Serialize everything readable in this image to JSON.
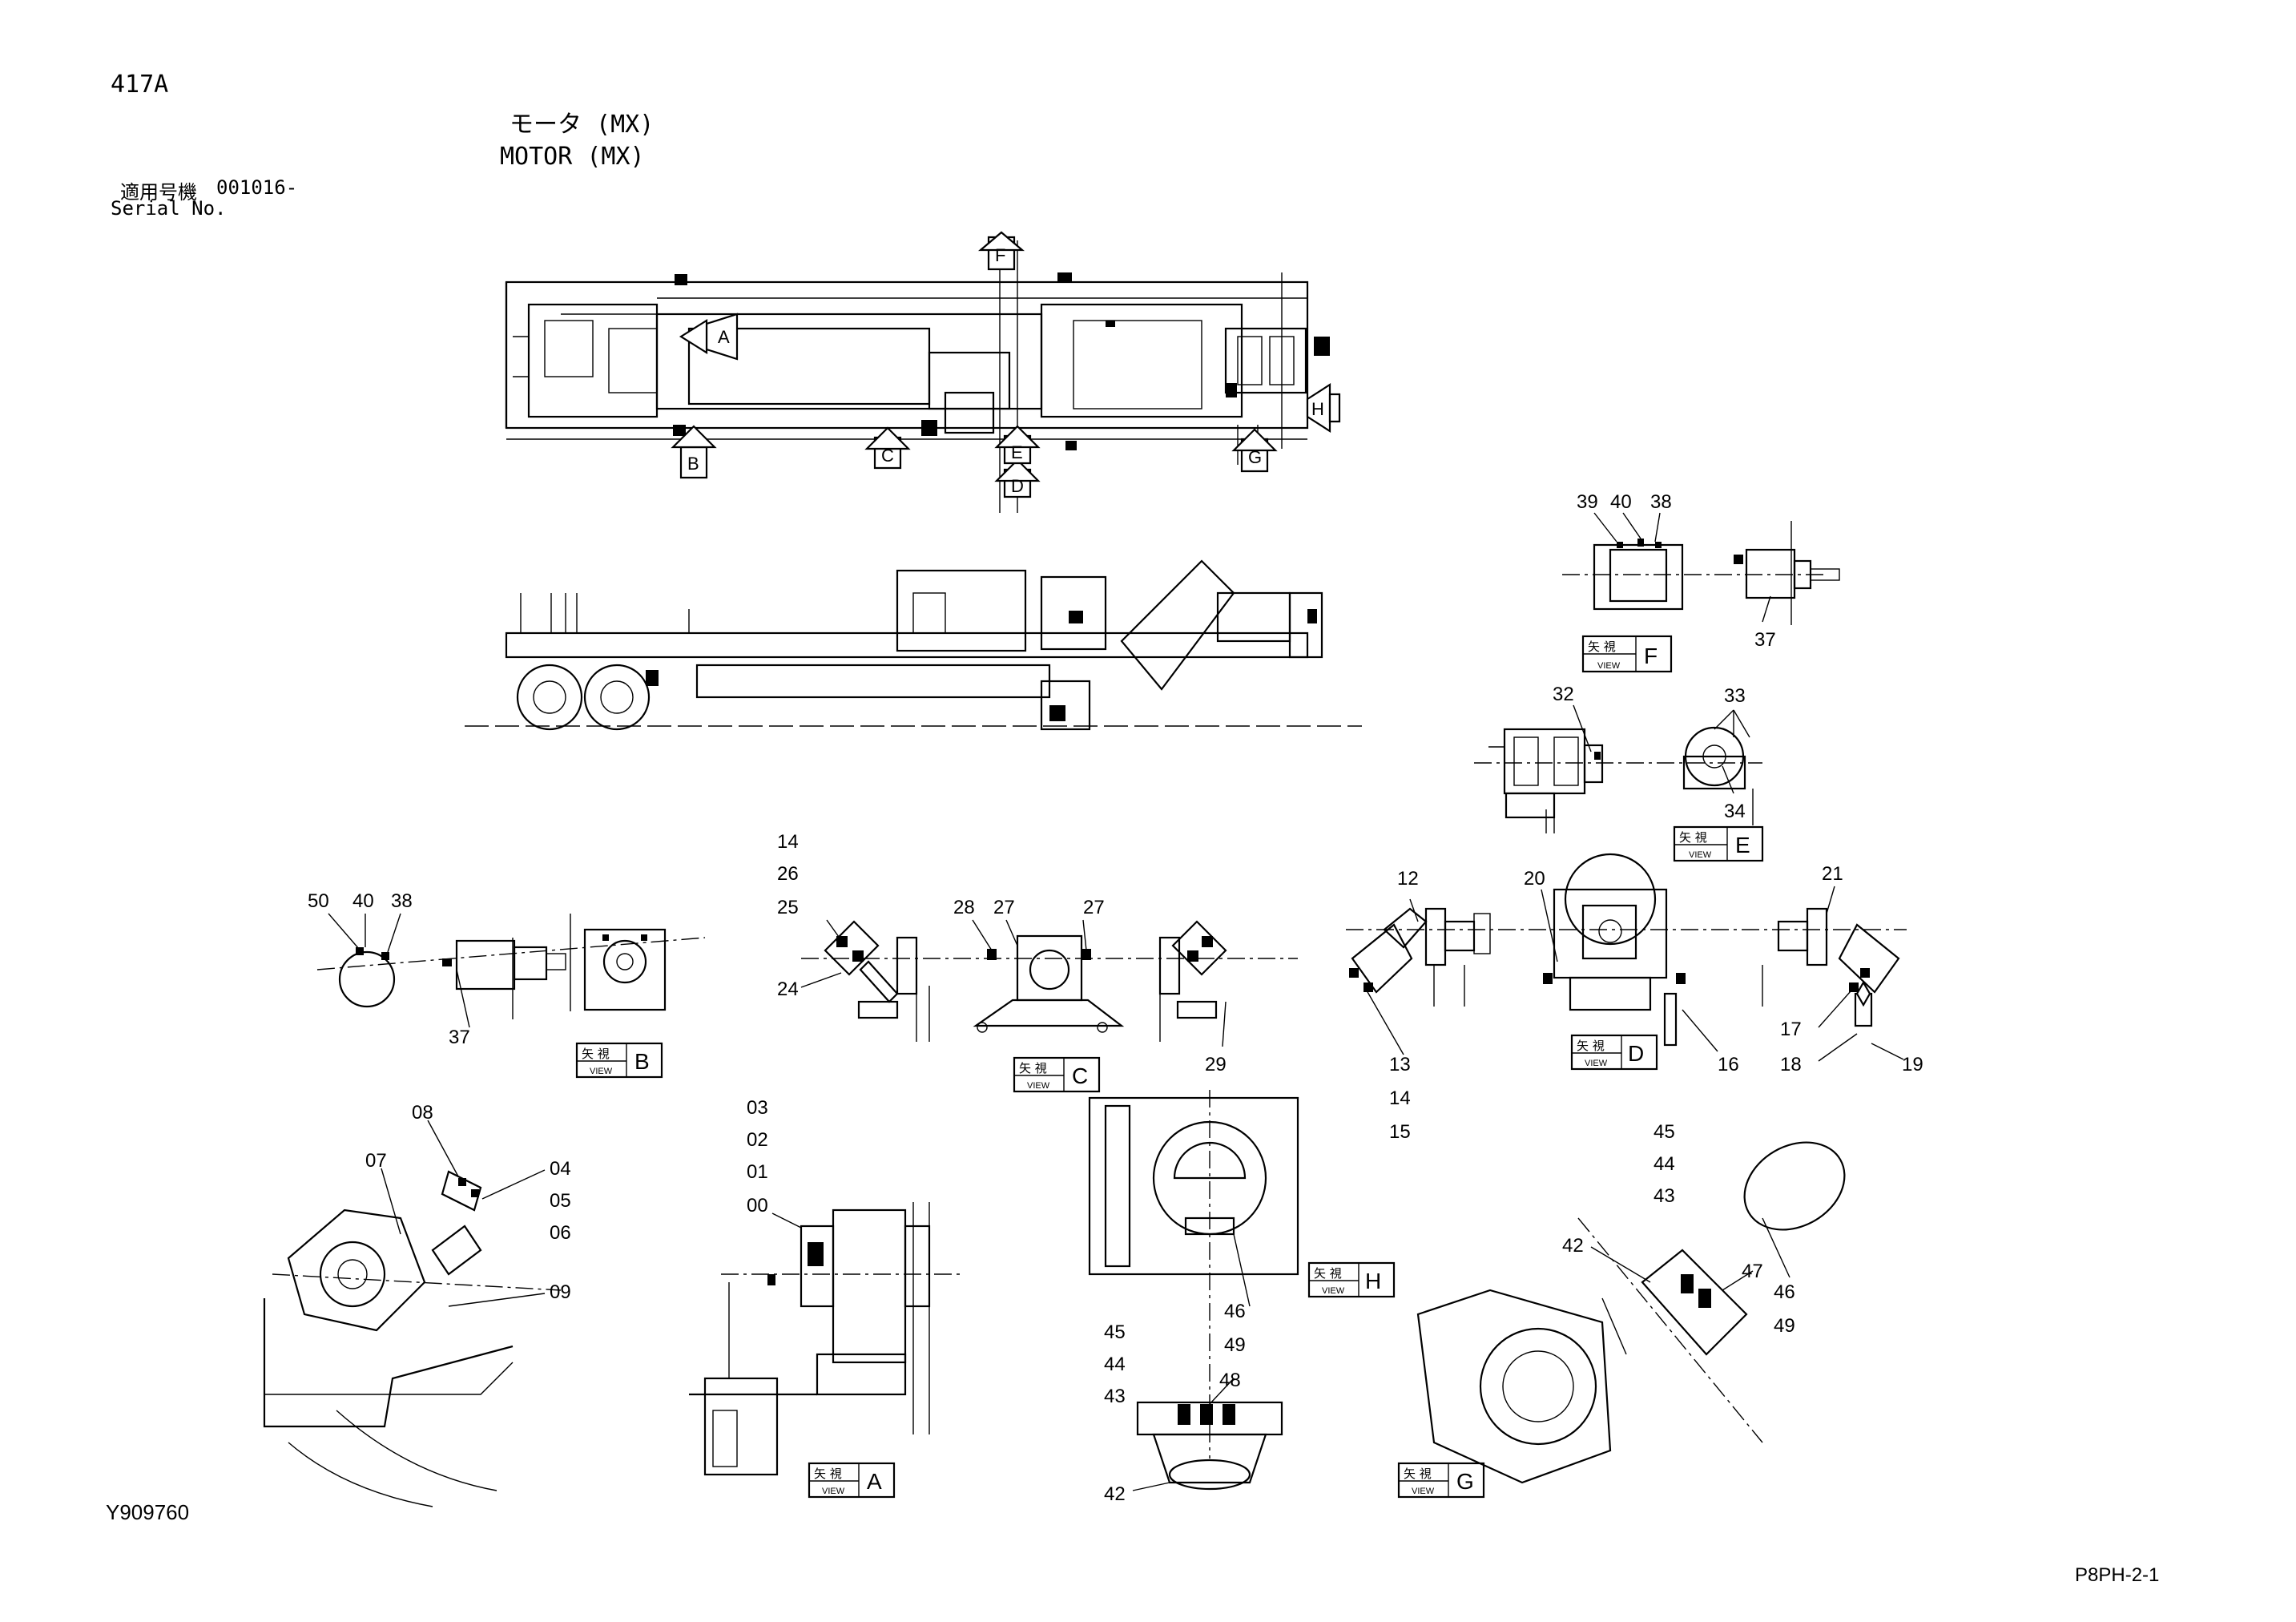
{
  "header": {
    "code": "417A",
    "title_jp": "モータ (MX)",
    "title_en": "MOTOR (MX)",
    "serial_label_jp": "適用号機",
    "serial_value": "001016-",
    "serial_label_en": "Serial No."
  },
  "footer": {
    "drawing_number": "Y909760",
    "page_id": "P8PH-2-1"
  },
  "view_boxes": [
    {
      "jp": "矢 視",
      "en": "VIEW",
      "letter": "F"
    },
    {
      "jp": "矢 視",
      "en": "VIEW",
      "letter": "E"
    },
    {
      "jp": "矢 視",
      "en": "VIEW",
      "letter": "B"
    },
    {
      "jp": "矢 視",
      "en": "VIEW",
      "letter": "C"
    },
    {
      "jp": "矢 視",
      "en": "VIEW",
      "letter": "D"
    },
    {
      "jp": "矢 視",
      "en": "VIEW",
      "letter": "H"
    },
    {
      "jp": "矢 視",
      "en": "VIEW",
      "letter": "A"
    },
    {
      "jp": "矢 視",
      "en": "VIEW",
      "letter": "G"
    }
  ],
  "arrow_markers": [
    "A",
    "B",
    "C",
    "D",
    "E",
    "F",
    "G",
    "H"
  ],
  "part_callouts": [
    "39",
    "40",
    "38",
    "37",
    "32",
    "33",
    "34",
    "14",
    "26",
    "25",
    "24",
    "28",
    "27",
    "27",
    "29",
    "50",
    "40",
    "38",
    "37",
    "12",
    "13",
    "14",
    "15",
    "20",
    "16",
    "21",
    "17",
    "18",
    "19",
    "08",
    "07",
    "04",
    "05",
    "06",
    "09",
    "03",
    "02",
    "01",
    "00",
    "45",
    "44",
    "43",
    "48",
    "42",
    "46",
    "49",
    "45",
    "44",
    "43",
    "42",
    "47",
    "46",
    "49"
  ]
}
